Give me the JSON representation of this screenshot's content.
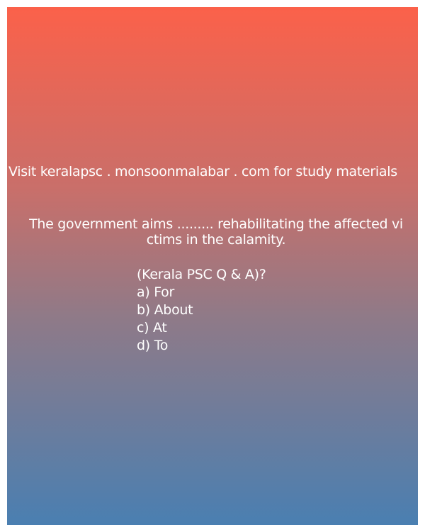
{
  "promo_text": "Visit keralapsc . monsoonmalabar . com for study materials",
  "question": {
    "line1": "The government aims ......... rehabilitating the affected vi",
    "line2": "ctims in the calamity.",
    "source": "(Kerala PSC Q & A)?",
    "options": [
      "a) For",
      "b) About",
      "c) At",
      "d) To"
    ]
  },
  "colors": {
    "gradient_top": "#fb614a",
    "gradient_bottom": "#4a7fb1",
    "text": "#ffffff"
  }
}
